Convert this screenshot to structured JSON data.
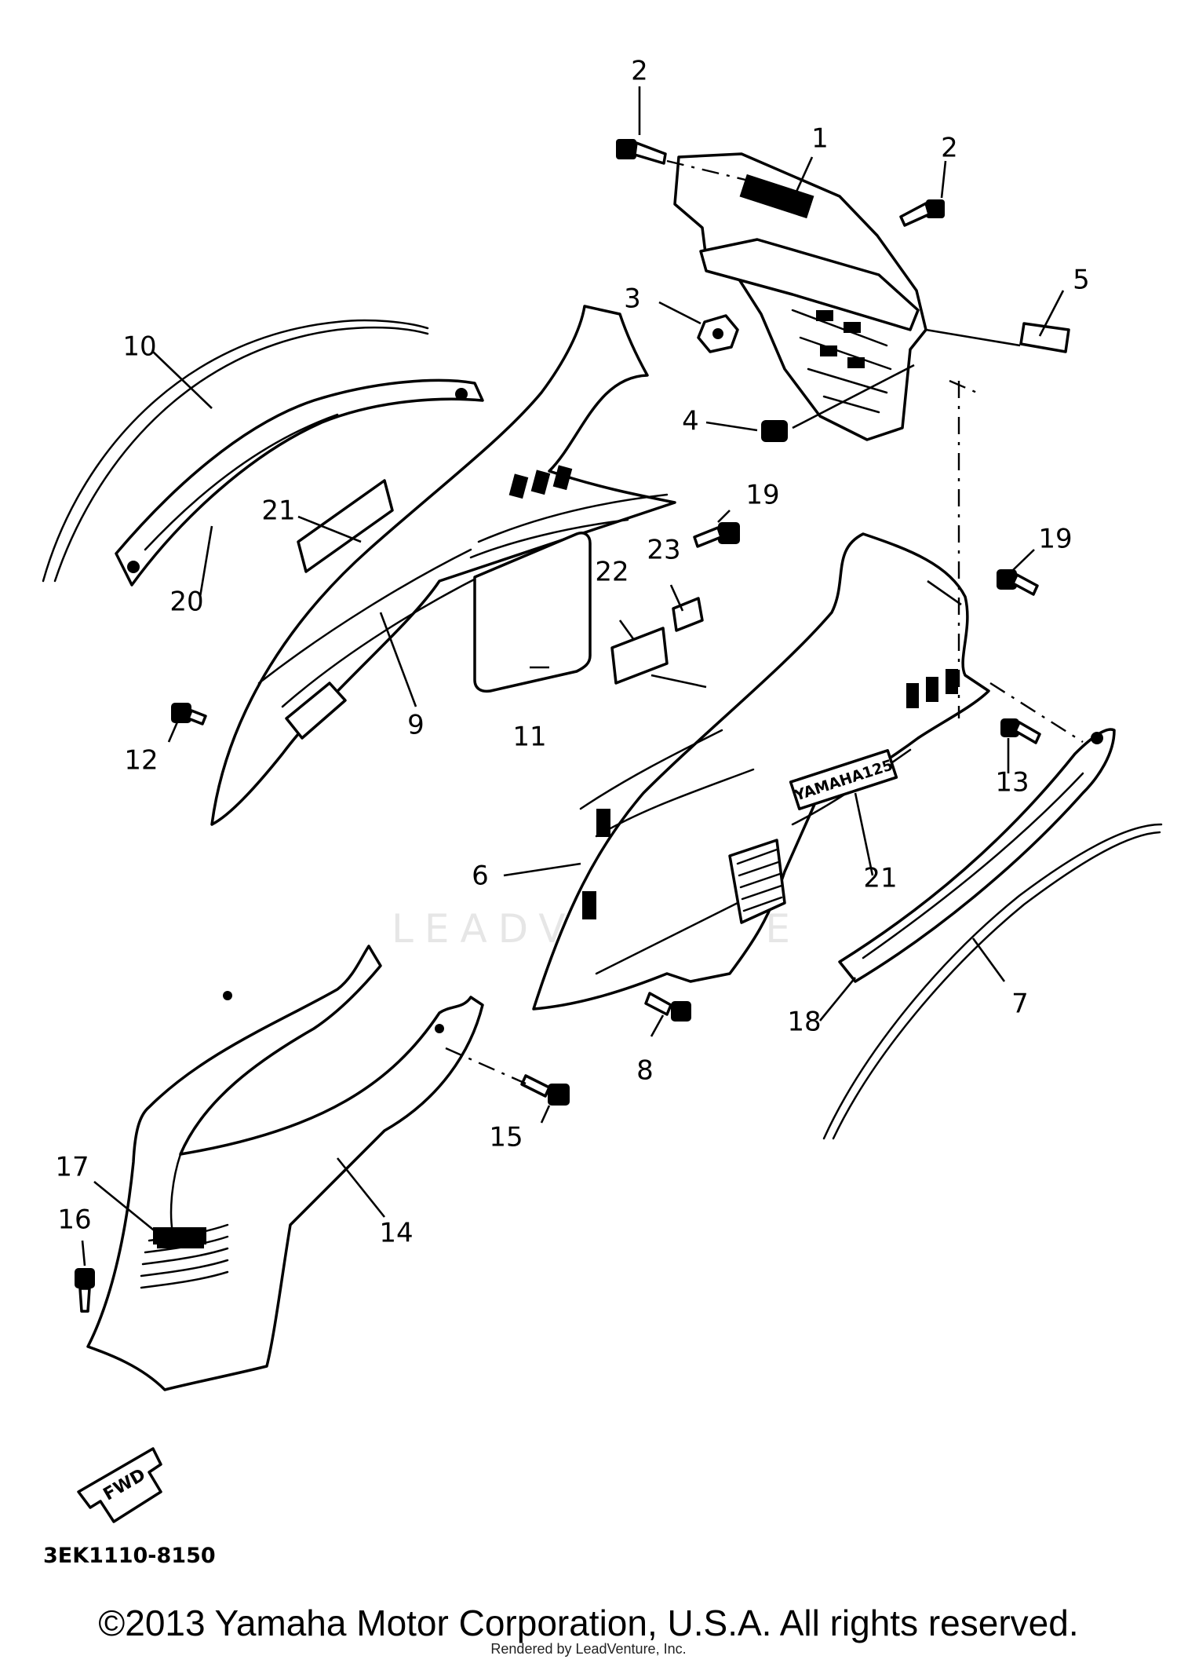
{
  "callouts": [
    "1",
    "2",
    "2",
    "3",
    "4",
    "5",
    "6",
    "7",
    "8",
    "9",
    "10",
    "11",
    "12",
    "13",
    "14",
    "15",
    "16",
    "17",
    "18",
    "19",
    "19",
    "20",
    "21",
    "21",
    "22",
    "23"
  ],
  "diagram_code": "3EK1110-8150",
  "arrow_label": "FWD",
  "badge_text": "YAMAHA125",
  "watermark": "LEADVENTURE",
  "copyright": "©2013 Yamaha Motor Corporation, U.S.A. All rights reserved.",
  "rendered_by": "Rendered by LeadVenture, Inc."
}
